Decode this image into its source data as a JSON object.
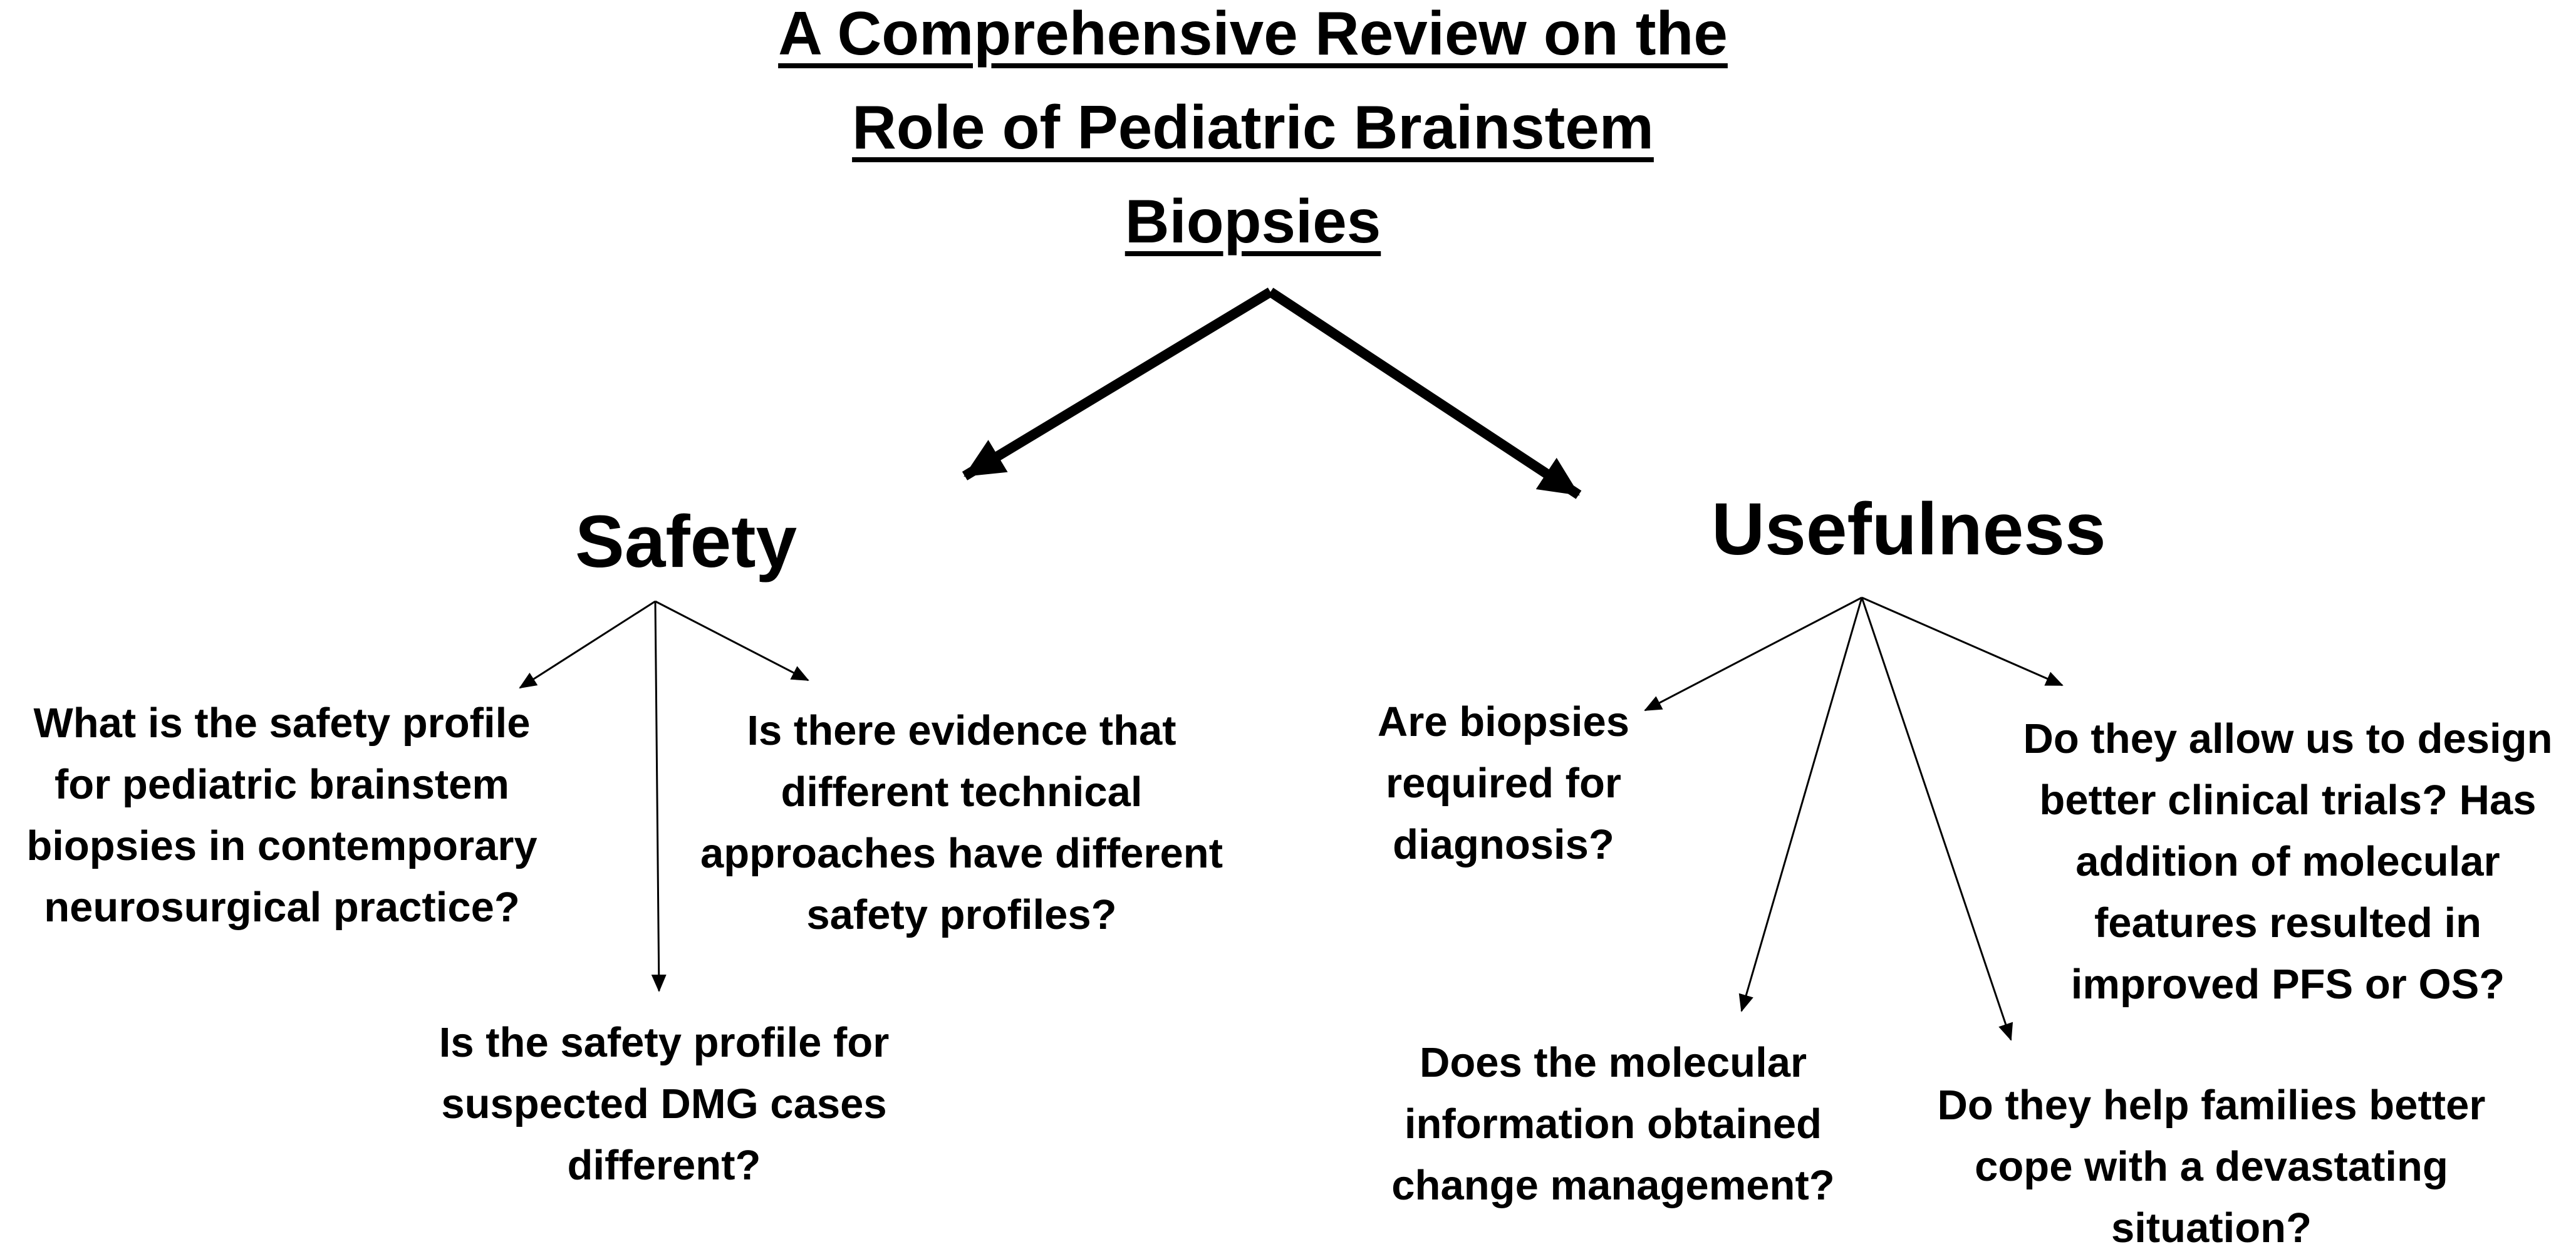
{
  "title": {
    "lines": [
      "A Comprehensive Review on the",
      "Role of Pediatric Brainstem",
      "Biopsies"
    ]
  },
  "safety": {
    "heading": "Safety",
    "questions": [
      {
        "lines": [
          "What is the safety profile",
          "for pediatric brainstem",
          "biopsies in contemporary",
          "neurosurgical practice?"
        ]
      },
      {
        "lines": [
          "Is the safety profile for",
          "suspected DMG cases",
          "different?"
        ]
      },
      {
        "lines": [
          "Is there evidence that",
          "different technical",
          "approaches have different",
          "safety profiles?"
        ]
      }
    ]
  },
  "usefulness": {
    "heading": "Usefulness",
    "questions": [
      {
        "lines": [
          "Are biopsies",
          "required for",
          "diagnosis?"
        ]
      },
      {
        "lines": [
          "Does the molecular",
          "information obtained",
          "change management?"
        ]
      },
      {
        "lines": [
          "Do they help families better",
          "cope with a devastating",
          "situation?"
        ]
      },
      {
        "lines": [
          "Do they allow us to design",
          "better clinical trials? Has",
          "addition of molecular",
          "features resulted in",
          "improved PFS or OS?"
        ]
      }
    ]
  }
}
